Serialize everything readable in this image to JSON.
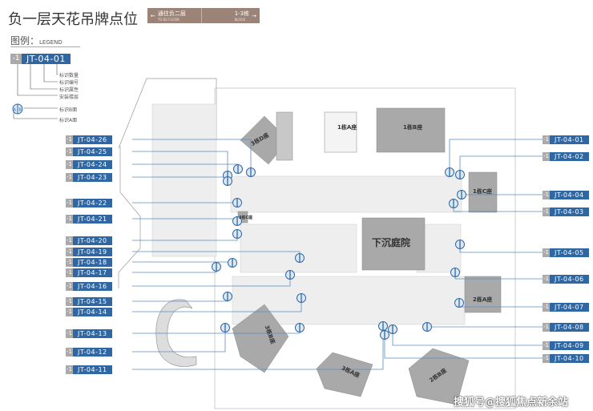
{
  "header": {
    "title": "负一层天花吊牌点位",
    "to_b2": "通往负二层",
    "to_b2_en": "TO B2 FLOOR",
    "block": "1-3栋",
    "block_en": "BLOCK"
  },
  "legend": {
    "title": "图例：",
    "title_en": "LEGEND",
    "floor": "-1",
    "code": "JT-04-01",
    "items": [
      "标识数量",
      "标识编号",
      "标识属性",
      "安装楼层",
      "标识B面",
      "标识A面"
    ],
    "ab": [
      "A",
      "B"
    ]
  },
  "buildings": [
    "3栋D座",
    "1栋A座",
    "1栋B座",
    "1栋C座",
    "3栋C座",
    "下沉庭院",
    "2栋A座",
    "3栋B座",
    "3栋A座",
    "2栋B座"
  ],
  "left_tags": [
    {
      "floor": "-1",
      "code": "JT-04-26"
    },
    {
      "floor": "-1",
      "code": "JT-04-25"
    },
    {
      "floor": "-1",
      "code": "JT-04-24"
    },
    {
      "floor": "-1",
      "code": "JT-04-23"
    },
    {
      "floor": "-1",
      "code": "JT-04-22"
    },
    {
      "floor": "-1",
      "code": "JT-04-21"
    },
    {
      "floor": "-1",
      "code": "JT-04-20"
    },
    {
      "floor": "-1",
      "code": "JT-04-19"
    },
    {
      "floor": "-1",
      "code": "JT-04-18"
    },
    {
      "floor": "-1",
      "code": "JT-04-17"
    },
    {
      "floor": "-1",
      "code": "JT-04-16"
    },
    {
      "floor": "-1",
      "code": "JT-04-15"
    },
    {
      "floor": "-1",
      "code": "JT-04-14"
    },
    {
      "floor": "-1",
      "code": "JT-04-13"
    },
    {
      "floor": "-1",
      "code": "JT-04-12"
    },
    {
      "floor": "-1",
      "code": "JT-04-11"
    }
  ],
  "right_tags": [
    {
      "floor": "-1",
      "code": "JT-04-01"
    },
    {
      "floor": "-1",
      "code": "JT-04-02"
    },
    {
      "floor": "-1",
      "code": "JT-04-04"
    },
    {
      "floor": "-1",
      "code": "JT-04-03"
    },
    {
      "floor": "-1",
      "code": "JT-04-05"
    },
    {
      "floor": "-1",
      "code": "JT-04-06"
    },
    {
      "floor": "-1",
      "code": "JT-04-07"
    },
    {
      "floor": "-1",
      "code": "JT-04-08"
    },
    {
      "floor": "-1",
      "code": "JT-04-09"
    },
    {
      "floor": "-1",
      "code": "JT-04-10"
    }
  ],
  "watermark": "搜狐号@搜狐焦点新余站",
  "colors": {
    "tag_blue": "#2e67a3",
    "tag_gray": "#aaaaaa",
    "badge": "#9c8377"
  }
}
